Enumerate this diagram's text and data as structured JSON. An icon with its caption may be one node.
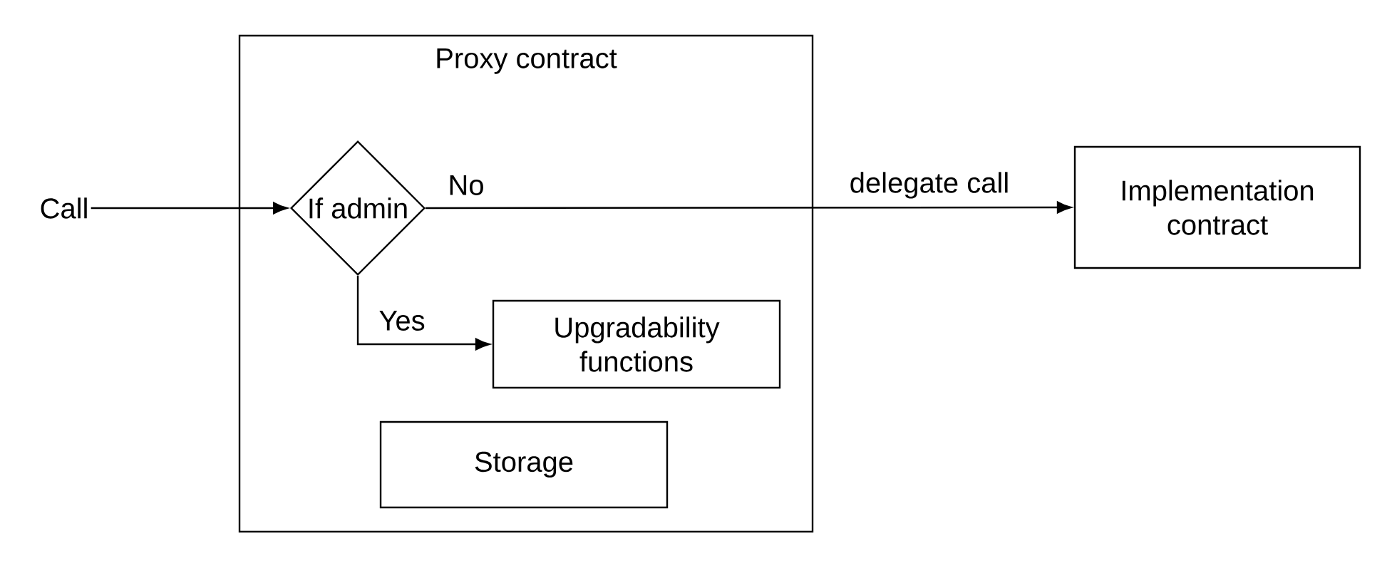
{
  "diagram": {
    "nodes": [
      {
        "text": [
          "Call"
        ]
      },
      {
        "text": [
          "Proxy contract"
        ]
      },
      {
        "text": [
          "If admin"
        ],
        "in": 1
      },
      {
        "text": [
          "Upgradability functions"
        ],
        "in": 1
      },
      {
        "text": [
          "Storage"
        ],
        "in": 1
      },
      {
        "text": [
          "Implementation contract"
        ]
      }
    ],
    "edges": [
      {
        "from": 0,
        "to": 2,
        "arrow": "to"
      },
      {
        "from": 2,
        "to": 5,
        "arrow": "to",
        "label": "delegate call"
      },
      {
        "from": 2,
        "to": 3,
        "arrow": "to",
        "label": "Yes"
      }
    ],
    "labels": [
      "No"
    ]
  }
}
